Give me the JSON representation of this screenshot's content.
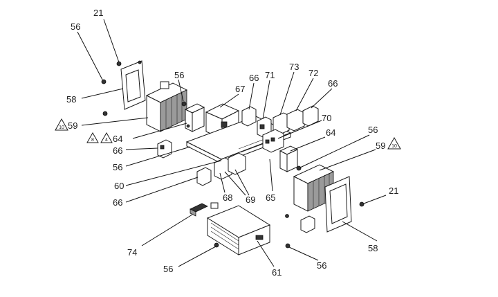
{
  "labels": [
    {
      "id": "21-top",
      "text": "21"
    },
    {
      "id": "56-topleft",
      "text": "56"
    },
    {
      "id": "58-left",
      "text": "58"
    },
    {
      "id": "59-left",
      "text": "59"
    },
    {
      "id": "56-mid-top",
      "text": "56"
    },
    {
      "id": "67",
      "text": "67"
    },
    {
      "id": "66-a",
      "text": "66"
    },
    {
      "id": "71",
      "text": "71"
    },
    {
      "id": "73",
      "text": "73"
    },
    {
      "id": "72",
      "text": "72"
    },
    {
      "id": "66-b",
      "text": "66"
    },
    {
      "id": "70",
      "text": "70"
    },
    {
      "id": "64-right",
      "text": "64"
    },
    {
      "id": "64-left",
      "text": "64"
    },
    {
      "id": "66-left",
      "text": "66"
    },
    {
      "id": "56-left",
      "text": "56"
    },
    {
      "id": "60",
      "text": "60"
    },
    {
      "id": "68",
      "text": "68"
    },
    {
      "id": "69",
      "text": "69"
    },
    {
      "id": "66-bottom",
      "text": "66"
    },
    {
      "id": "65",
      "text": "65"
    },
    {
      "id": "56-right-top",
      "text": "56"
    },
    {
      "id": "59-right",
      "text": "59"
    },
    {
      "id": "21-right",
      "text": "21"
    },
    {
      "id": "58-right",
      "text": "58"
    },
    {
      "id": "74",
      "text": "74"
    },
    {
      "id": "56-bottom-left",
      "text": "56"
    },
    {
      "id": "61",
      "text": "61"
    },
    {
      "id": "56-bottom-right",
      "text": "56"
    }
  ],
  "notes": [
    {
      "id": "note-10-left",
      "text": "10"
    },
    {
      "id": "note-8",
      "text": "8"
    },
    {
      "id": "note-4",
      "text": "4"
    },
    {
      "id": "note-10-right",
      "text": "10"
    }
  ]
}
